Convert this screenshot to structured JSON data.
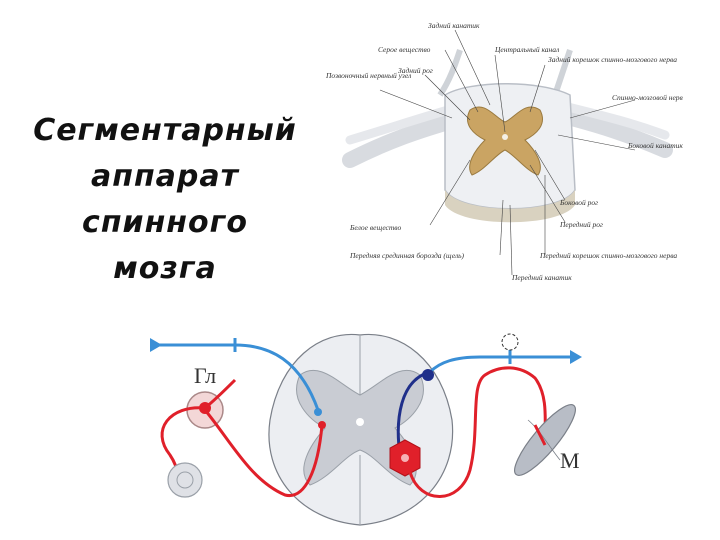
{
  "title": {
    "lines": [
      "Сегментарный",
      "аппарат",
      "спинного",
      "мозга"
    ]
  },
  "anatomy_labels": {
    "posterior_horn": "Задний канатик",
    "gray_matter": "Серое вещество",
    "central_canal": "Центральный канал",
    "dorsal_horn": "Задний рог",
    "dorsal_root": "Задний корешок спинно-мозгового нерва",
    "spinal_ganglion": "Позвоночный нервный узел",
    "spinal_nerve": "Спинно-мозговой нерв",
    "lateral_funiculus": "Боковой канатик",
    "lateral_horn": "Боковой рог",
    "anterior_horn": "Передний рог",
    "white_matter": "Белое вещество",
    "ventral_root": "Передний корешок спинно-мозгового нерва",
    "anterior_fissure": "Передняя срединная борозда (щель)",
    "anterior_funiculus": "Передний канатик"
  },
  "reflex_labels": {
    "ganglion": "Гл",
    "muscle": "М"
  },
  "colors": {
    "sensory": "#3a8fd6",
    "motor": "#e0202a",
    "interneuron": "#1f2f8a",
    "gray_matter": "#c9ccd3",
    "cord_fill": "#eceef2"
  }
}
